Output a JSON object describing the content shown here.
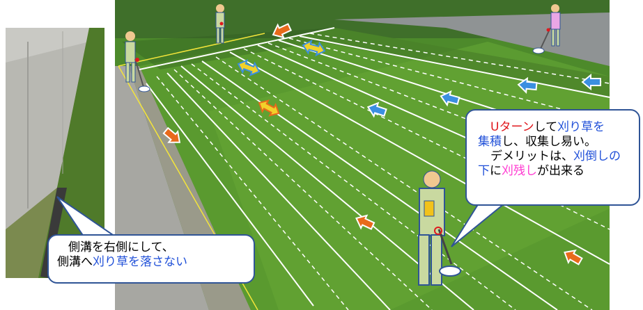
{
  "callouts": {
    "right": {
      "line1": {
        "part1": "Uターン",
        "part2": "して",
        "part3": "刈り草を"
      },
      "line2": {
        "part1": "集積",
        "part2": "し、収集し易い。"
      },
      "line3": {
        "part1": "デメリットは、",
        "part2": "刈倒しの"
      },
      "line4": {
        "part1": "下",
        "part2": "に",
        "part3": "刈残し",
        "part4": "が出来る"
      }
    },
    "left": {
      "line1": "側溝を右側にして、",
      "line2": {
        "part1": "側溝へ",
        "part2": "刈り草を落さない"
      }
    }
  },
  "colors": {
    "callout_border": "#2f5496",
    "highlight_red": "#e0191e",
    "highlight_blue": "#1f4fd8",
    "highlight_pink": "#ff3ad1",
    "arrow_orange": "#e86a1b",
    "arrow_blue": "#3b8fe0",
    "arrow_yellow": "#f2d12a"
  },
  "icons": [
    "arrow-orange-icon",
    "arrow-blue-icon",
    "arrow-yellow-icon",
    "mower-worker-icon"
  ]
}
